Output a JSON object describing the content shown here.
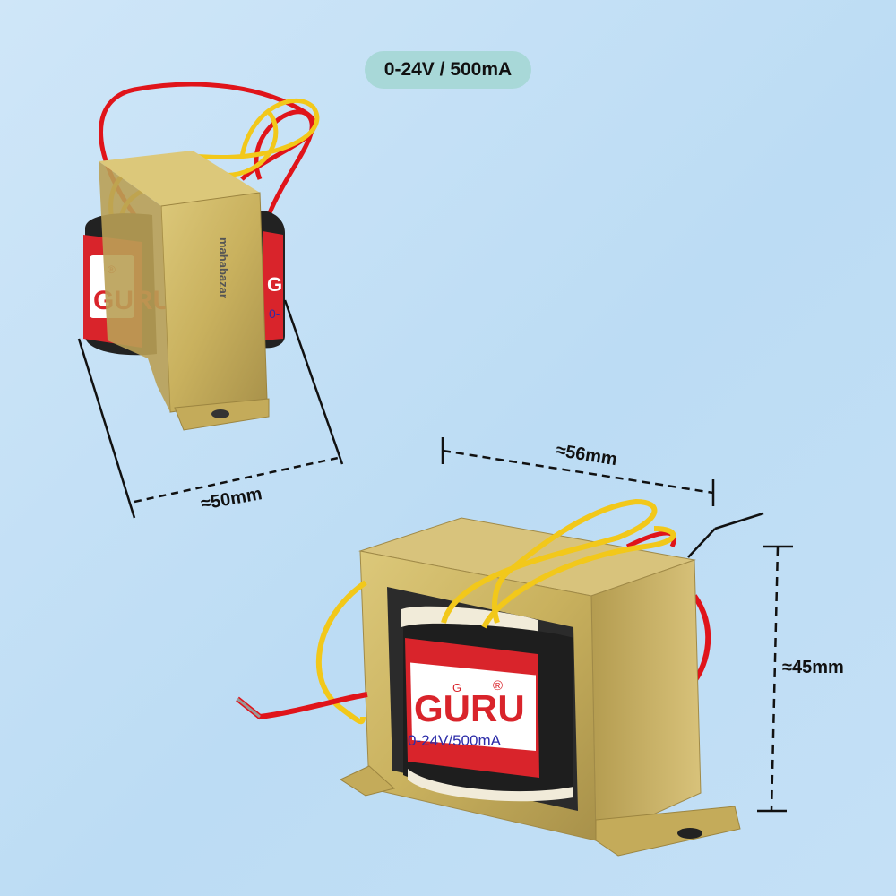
{
  "badge": {
    "text": "0-24V / 500mA"
  },
  "dimensions": {
    "depth": "≈50mm",
    "width": "≈56mm",
    "height": "≈45mm"
  },
  "small_transformer": {
    "brand": "GURU",
    "registered_mark": "®",
    "watermark": "mahabazar",
    "label_partial": "0-"
  },
  "large_transformer": {
    "brand": "GURU",
    "registered_mark": "®",
    "ground_mark": "G",
    "rating": "0-24V/500mA"
  },
  "colors": {
    "brass": "#c9b15e",
    "wire_red": "#e0141a",
    "wire_yellow": "#f2c81a",
    "label_red": "#d9242b",
    "rating_blue": "#2c2ca8"
  }
}
